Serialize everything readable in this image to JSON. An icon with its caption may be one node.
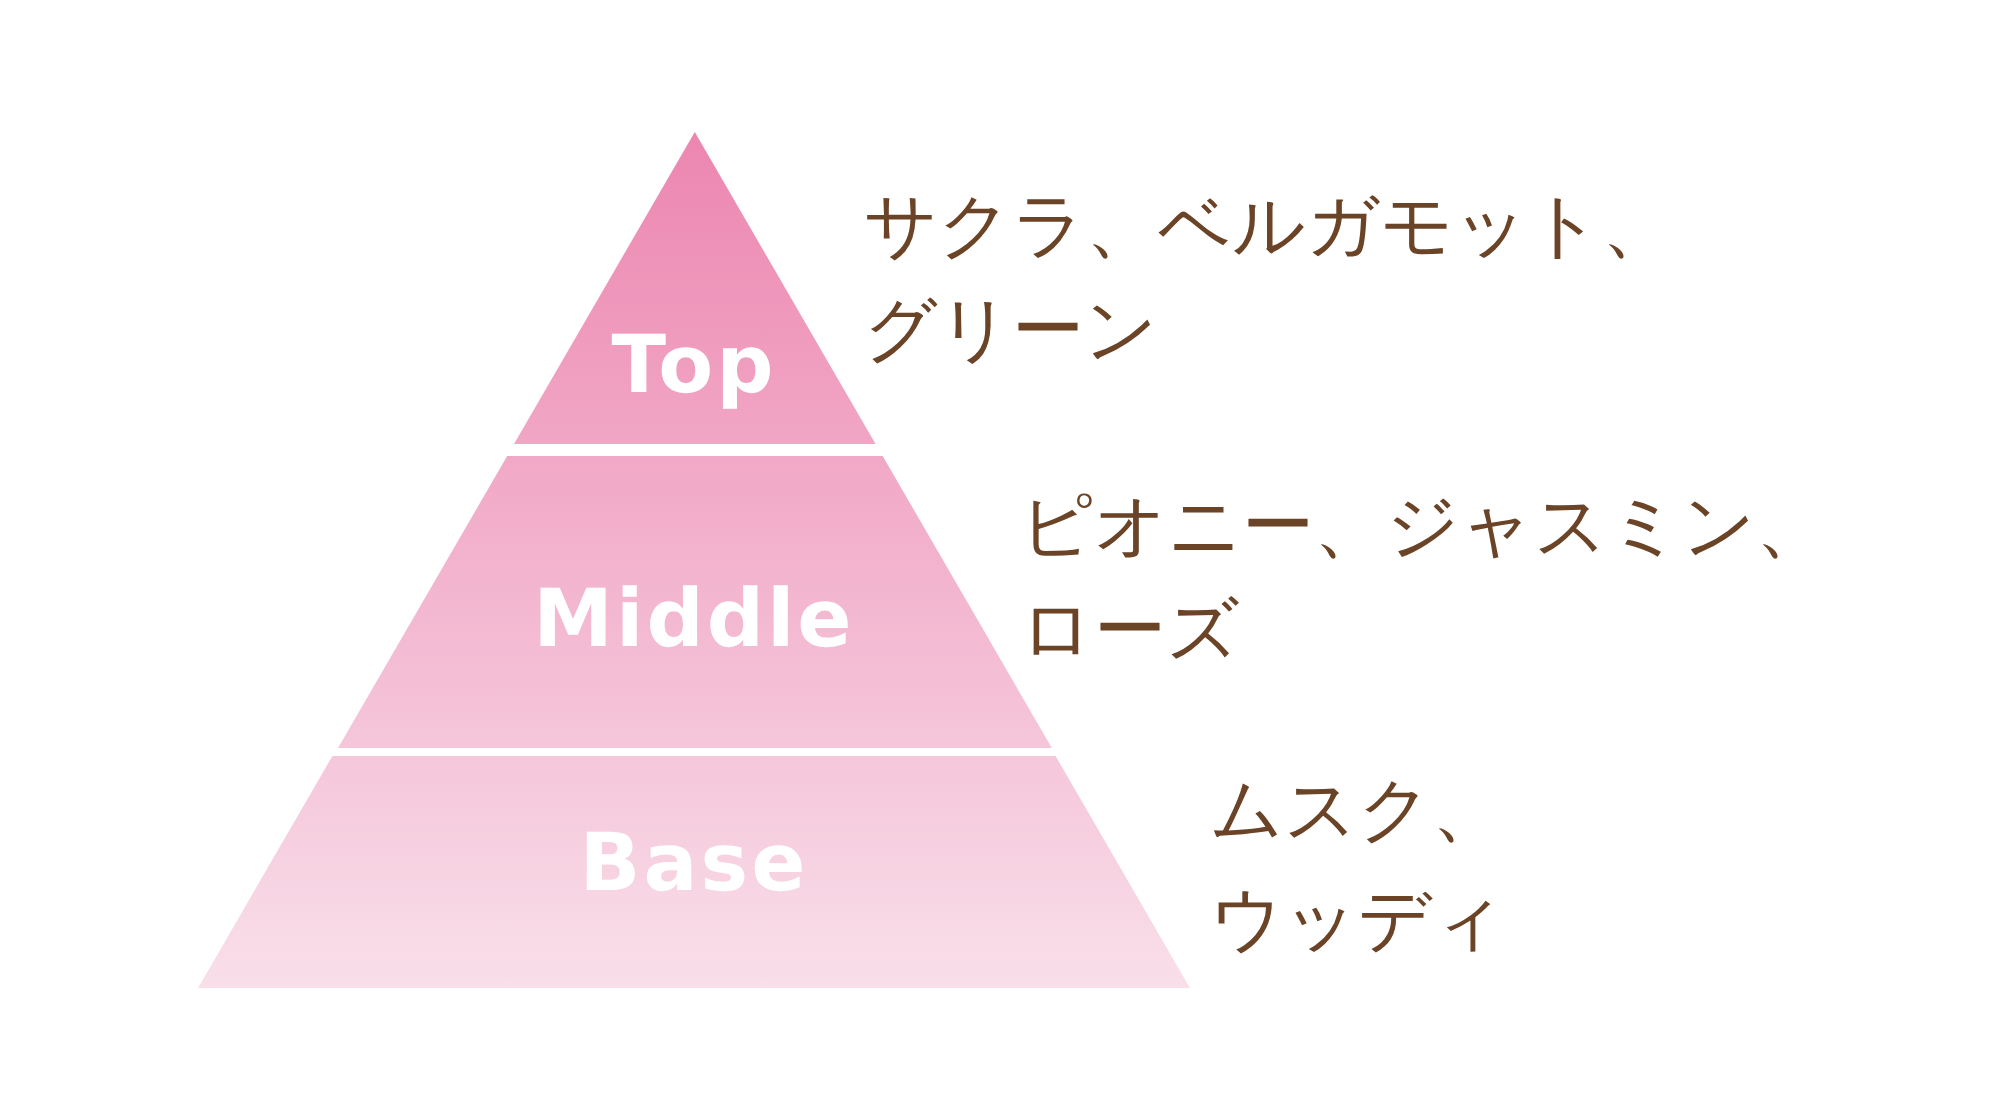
{
  "diagram": {
    "nodes": [
      {
        "text": [
          "Top"
        ],
        "beside": [
          "サクラ、ベルガモット、グリーン"
        ]
      },
      {
        "text": [
          "Middle"
        ],
        "beside": [
          "ピオニー、ジャスミン、ローズ"
        ]
      },
      {
        "text": [
          "Base"
        ],
        "beside": [
          "ムスク、ウッディ"
        ]
      }
    ]
  }
}
